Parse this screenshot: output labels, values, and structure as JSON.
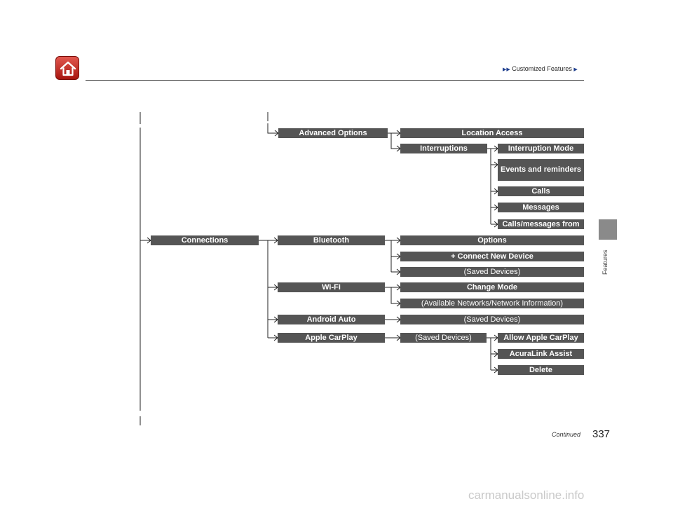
{
  "header": {
    "breadcrumb": "Customized Features"
  },
  "side_tab": {
    "label": "Features"
  },
  "tree": {
    "advanced_options": "Advanced Options",
    "location_access": "Location Access",
    "interruptions": "Interruptions",
    "interruption_mode": "Interruption Mode",
    "events_and_reminders": "Events and reminders",
    "calls": "Calls",
    "messages": "Messages",
    "calls_messages_from": "Calls/messages from",
    "connections": "Connections",
    "bluetooth": "Bluetooth",
    "options": "Options",
    "connect_new_device": "+ Connect New Device",
    "bt_saved_devices": "(Saved Devices)",
    "wifi": "Wi-Fi",
    "change_mode": "Change Mode",
    "available_networks": "(Available Networks/Network Information)",
    "android_auto": "Android Auto",
    "aa_saved_devices": "(Saved Devices)",
    "apple_carplay": "Apple CarPlay",
    "cp_saved_devices": "(Saved Devices)",
    "allow_apple_carplay": "Allow Apple CarPlay",
    "acuralink_assist": "AcuraLink Assist",
    "delete": "Delete"
  },
  "footer": {
    "continued": "Continued",
    "page_number": "337"
  },
  "watermark": "carmanualsonline.info",
  "colors": {
    "box_fill": "#555555",
    "home_red": "#c0231b",
    "breadcrumb_arrow": "#1f3f8f"
  },
  "icons": {
    "home": "home-icon",
    "breadcrumb": "triangle-right-icon",
    "connector": "arrow-connector-icon"
  }
}
